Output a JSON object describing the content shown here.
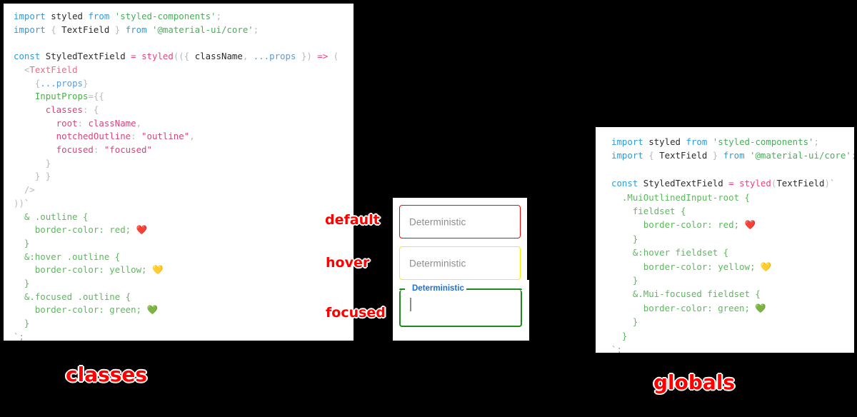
{
  "left_panel": {
    "title_annotation": "classes",
    "code_lines": [
      [
        {
          "t": "kw",
          "s": "import"
        },
        {
          "t": "plain",
          "s": " styled "
        },
        {
          "t": "kw",
          "s": "from"
        },
        {
          "t": "plain",
          "s": " "
        },
        {
          "t": "str",
          "s": "'styled-components'"
        },
        {
          "t": "punc",
          "s": ";"
        }
      ],
      [
        {
          "t": "kw",
          "s": "import"
        },
        {
          "t": "punc",
          "s": " { "
        },
        {
          "t": "plain",
          "s": "TextField"
        },
        {
          "t": "punc",
          "s": " } "
        },
        {
          "t": "kw",
          "s": "from"
        },
        {
          "t": "plain",
          "s": " "
        },
        {
          "t": "str",
          "s": "'@material-ui/core'"
        },
        {
          "t": "punc",
          "s": ";"
        }
      ],
      [],
      [
        {
          "t": "kw",
          "s": "const"
        },
        {
          "t": "plain",
          "s": " StyledTextField "
        },
        {
          "t": "op",
          "s": "="
        },
        {
          "t": "plain",
          "s": " "
        },
        {
          "t": "fn",
          "s": "styled"
        },
        {
          "t": "punc",
          "s": "(({ "
        },
        {
          "t": "plain",
          "s": "className"
        },
        {
          "t": "punc",
          "s": ", "
        },
        {
          "t": "param",
          "s": "...props"
        },
        {
          "t": "punc",
          "s": " }) "
        },
        {
          "t": "op",
          "s": "=>"
        },
        {
          "t": "punc",
          "s": " ("
        }
      ],
      [
        {
          "t": "plain",
          "s": "  "
        },
        {
          "t": "punc",
          "s": "<"
        },
        {
          "t": "tag",
          "s": "TextField"
        }
      ],
      [
        {
          "t": "punc",
          "s": "    {"
        },
        {
          "t": "param",
          "s": "...props"
        },
        {
          "t": "punc",
          "s": "}"
        }
      ],
      [
        {
          "t": "prop",
          "s": "    InputProps"
        },
        {
          "t": "punc",
          "s": "={{"
        }
      ],
      [
        {
          "t": "key",
          "s": "      classes"
        },
        {
          "t": "punc",
          "s": ": {"
        }
      ],
      [
        {
          "t": "key",
          "s": "        root"
        },
        {
          "t": "punc",
          "s": ": "
        },
        {
          "t": "key",
          "s": "className"
        },
        {
          "t": "punc",
          "s": ","
        }
      ],
      [
        {
          "t": "key",
          "s": "        notchedOutline"
        },
        {
          "t": "punc",
          "s": ": "
        },
        {
          "t": "key",
          "s": "\"outline\""
        },
        {
          "t": "punc",
          "s": ","
        }
      ],
      [
        {
          "t": "key",
          "s": "        focused"
        },
        {
          "t": "punc",
          "s": ": "
        },
        {
          "t": "key",
          "s": "\"focused\""
        }
      ],
      [
        {
          "t": "punc",
          "s": "      }"
        }
      ],
      [
        {
          "t": "punc",
          "s": "    } }"
        }
      ],
      [
        {
          "t": "punc",
          "s": "  />"
        }
      ],
      [
        {
          "t": "punc",
          "s": "))"
        },
        {
          "t": "sq",
          "s": "`"
        }
      ],
      [
        {
          "t": "sel",
          "s": "  & .outline {"
        }
      ],
      [
        {
          "t": "sel",
          "s": "    border-color: red; "
        },
        {
          "t": "emoji",
          "s": "❤️"
        }
      ],
      [
        {
          "t": "sel",
          "s": "  }"
        }
      ],
      [
        {
          "t": "sel",
          "s": "  &:hover .outline {"
        }
      ],
      [
        {
          "t": "sel",
          "s": "    border-color: yellow; "
        },
        {
          "t": "emoji",
          "s": "💛"
        }
      ],
      [
        {
          "t": "sel",
          "s": "  }"
        }
      ],
      [
        {
          "t": "sel",
          "s": "  &.focused .outline {"
        }
      ],
      [
        {
          "t": "sel",
          "s": "    border-color: green; "
        },
        {
          "t": "emoji",
          "s": "💚"
        }
      ],
      [
        {
          "t": "sel",
          "s": "  }"
        }
      ],
      [
        {
          "t": "sq",
          "s": "`;"
        }
      ]
    ]
  },
  "right_panel": {
    "title_annotation": "globals",
    "code_lines": [
      [
        {
          "t": "kw",
          "s": "import"
        },
        {
          "t": "plain",
          "s": " styled "
        },
        {
          "t": "kw",
          "s": "from"
        },
        {
          "t": "plain",
          "s": " "
        },
        {
          "t": "str",
          "s": "'styled-components'"
        },
        {
          "t": "punc",
          "s": ";"
        }
      ],
      [
        {
          "t": "kw",
          "s": "import"
        },
        {
          "t": "punc",
          "s": " { "
        },
        {
          "t": "plain",
          "s": "TextField"
        },
        {
          "t": "punc",
          "s": " } "
        },
        {
          "t": "kw",
          "s": "from"
        },
        {
          "t": "plain",
          "s": " "
        },
        {
          "t": "str",
          "s": "'@material-ui/core'"
        },
        {
          "t": "punc",
          "s": ";"
        }
      ],
      [],
      [
        {
          "t": "kw",
          "s": "const"
        },
        {
          "t": "plain",
          "s": " StyledTextField "
        },
        {
          "t": "op",
          "s": "="
        },
        {
          "t": "plain",
          "s": " "
        },
        {
          "t": "fn",
          "s": "styled"
        },
        {
          "t": "punc",
          "s": "("
        },
        {
          "t": "plain",
          "s": "TextField"
        },
        {
          "t": "punc",
          "s": ")"
        },
        {
          "t": "sq",
          "s": "`"
        }
      ],
      [
        {
          "t": "sel",
          "s": "  .MuiOutlinedInput-root {"
        }
      ],
      [
        {
          "t": "sel",
          "s": "    fieldset {"
        }
      ],
      [
        {
          "t": "sel",
          "s": "      border-color: red; "
        },
        {
          "t": "emoji",
          "s": "❤️"
        }
      ],
      [
        {
          "t": "sel",
          "s": "    }"
        }
      ],
      [
        {
          "t": "sel",
          "s": "    &:hover fieldset {"
        }
      ],
      [
        {
          "t": "sel",
          "s": "      border-color: yellow; "
        },
        {
          "t": "emoji",
          "s": "💛"
        }
      ],
      [
        {
          "t": "sel",
          "s": "    }"
        }
      ],
      [
        {
          "t": "sel",
          "s": "    &.Mui-focused fieldset {"
        }
      ],
      [
        {
          "t": "sel",
          "s": "      border-color: green; "
        },
        {
          "t": "emoji",
          "s": "💚"
        }
      ],
      [
        {
          "t": "sel",
          "s": "    }"
        }
      ],
      [
        {
          "t": "sel",
          "s": "  }"
        }
      ],
      [
        {
          "t": "sq",
          "s": "`;"
        }
      ]
    ]
  },
  "preview": {
    "states": [
      {
        "name": "default",
        "annotation": "default",
        "value": "Deterministic",
        "border_color": "#ff0000"
      },
      {
        "name": "hover",
        "annotation": "hover",
        "value": "Deterministic",
        "border_color": "#ffeb00"
      },
      {
        "name": "focused",
        "annotation": "focused",
        "legend": "Deterministic",
        "value": "",
        "border_color": "#1b8a1b",
        "legend_color": "#1e6fd9"
      }
    ]
  },
  "colors": {
    "background": "#000000",
    "card": "#ffffff",
    "annotation": "#ff0000",
    "red": "#ff0000",
    "yellow": "#ffeb00",
    "green": "#1b8a1b",
    "blue_label": "#1e6fd9"
  }
}
